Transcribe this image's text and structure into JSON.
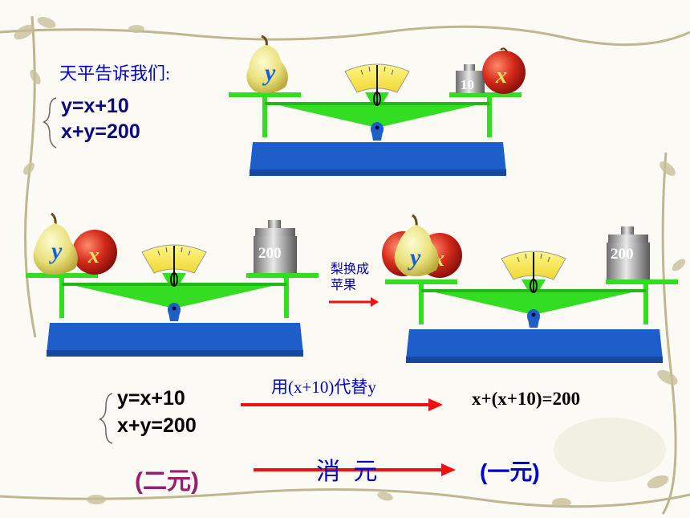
{
  "title": "天平告诉我们:",
  "system_top": {
    "eq1": "y=x+10",
    "eq2": "x+y=200"
  },
  "system_bottom": {
    "eq1": "y=x+10",
    "eq2": "x+y=200"
  },
  "substitution_label": "用(x+10)代替y",
  "result_equation": "x+(x+10)=200",
  "swap_note": "梨换成苹果",
  "two_variable": "(二元)",
  "elimination": "消 元",
  "one_variable": "(一元)",
  "scale1": {
    "left_fruit": "y",
    "right_fruit": "x",
    "weight": "10"
  },
  "scale2": {
    "left_fruit_1": "y",
    "left_fruit_2": "x",
    "weight": "200"
  },
  "scale3": {
    "left_fruit_1": "y",
    "left_fruit_2": "x",
    "weight": "200"
  },
  "colors": {
    "beam": "#33dd22",
    "base": "#1e5ec8",
    "arrow": "#ee1111",
    "text_blue": "#0000cc",
    "text_purple": "#9a1e6e"
  }
}
